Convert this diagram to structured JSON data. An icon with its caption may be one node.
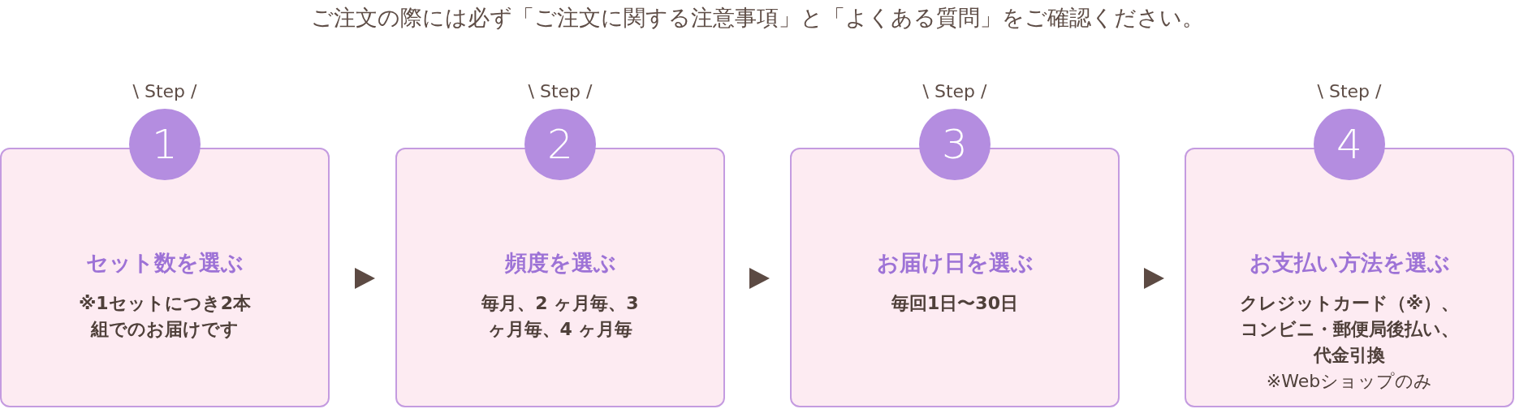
{
  "diagram": {
    "title": "ご注文の際には必ず「ご注文に関する注意事項」と「よくある質問」をご確認ください。",
    "nodes": [
      {
        "text": [
          "セット数を選ぶ",
          "※1セットにつき2本組でのお届けです"
        ]
      },
      {
        "text": [
          "1"
        ],
        "beside": [
          "\\ Step /"
        ]
      },
      {
        "text": [
          "頻度を選ぶ",
          "毎月、2 ヶ月毎、3 ヶ月毎、4 ヶ月毎"
        ]
      },
      {
        "text": [
          "2"
        ],
        "beside": [
          "\\ Step /"
        ]
      },
      {
        "text": [
          "お届け日を選ぶ",
          "毎回1日〜30日"
        ]
      },
      {
        "text": [
          "3"
        ],
        "beside": [
          "\\ Step /"
        ]
      },
      {
        "text": [
          "お支払い方法を選ぶ",
          "クレジットカード（※）、コンビニ・郵便局後払い、代金引換",
          "※Webショップのみ"
        ]
      },
      {
        "text": [
          "4"
        ],
        "beside": [
          "\\ Step /"
        ]
      }
    ],
    "edges": [
      {
        "from": 0,
        "to": 2,
        "arrow": "to"
      },
      {
        "from": 2,
        "to": 4,
        "arrow": "to"
      },
      {
        "from": 4,
        "to": 6,
        "arrow": "to"
      }
    ]
  }
}
